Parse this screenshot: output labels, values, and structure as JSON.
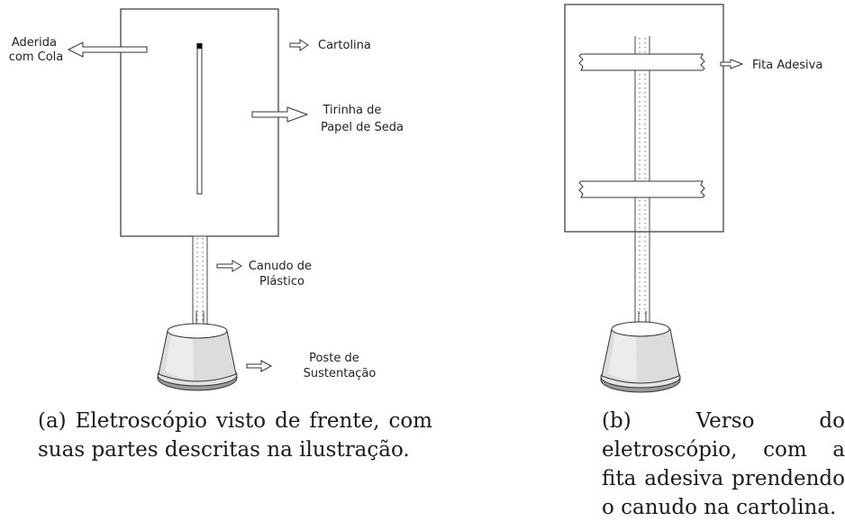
{
  "figure_a": {
    "labels": {
      "aderida": [
        "Aderida",
        "com Cola"
      ],
      "cartolina": [
        "Cartolina"
      ],
      "tirinha": [
        "Tirinha de",
        "Papel de Seda"
      ],
      "canudo": [
        "Canudo de",
        "Plástico"
      ],
      "poste": [
        "Poste de",
        "Sustentação"
      ]
    },
    "caption": "(a) Eletroscópio visto de frente, com suas partes descritas na ilustração."
  },
  "figure_b": {
    "labels": {
      "fita": [
        "Fita Adesiva"
      ]
    },
    "caption": "(b) Verso do eletroscópio, com a fita adesiva prendendo o canudo na cartolina."
  }
}
